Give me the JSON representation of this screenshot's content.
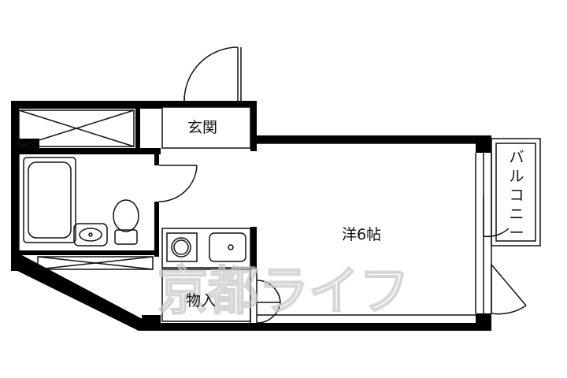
{
  "rooms": {
    "entrance": "玄関",
    "western_room": "洋6帖",
    "storage": "物入",
    "balcony": [
      "バ",
      "ル",
      "コ",
      "ニ",
      "ー"
    ]
  },
  "watermark": "京都ライフ",
  "colors": {
    "wall": "#000000",
    "line": "#111111",
    "watermark": "#c9c9c9"
  }
}
